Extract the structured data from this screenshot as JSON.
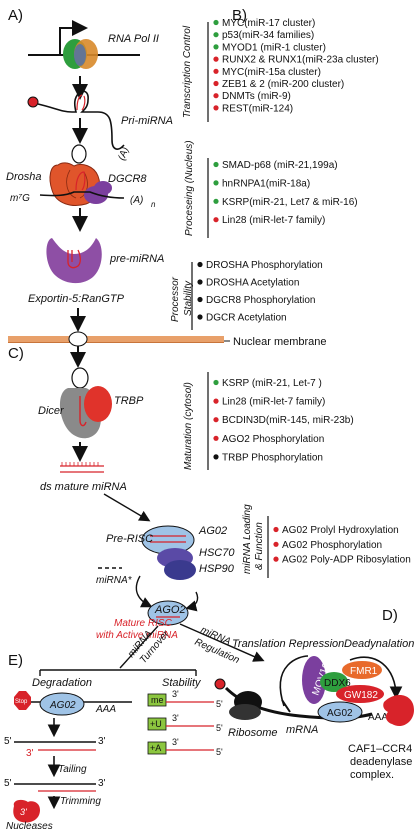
{
  "panels": {
    "a": "A)",
    "b": "B)",
    "c": "C)",
    "d": "D)",
    "e": "E)"
  },
  "labels": {
    "rna_pol": "RNA Pol II",
    "pri_mirna": "Pri-miRNA",
    "poly_a_n": "(A)",
    "n": "n",
    "drosha": "Drosha",
    "dgcr8": "DGCR8",
    "m7g": "m⁷G",
    "poly_a": "(A)",
    "pre_mirna": "pre-miRNA",
    "exportin": "Exportin-5:RanGTP",
    "nuclear_membrane": "Nuclear membrane",
    "dicer": "Dicer",
    "trbp": "TRBP",
    "ds_mature": "ds mature miRNA",
    "pre_risc": "Pre-RISC",
    "ago2_prerisc": "AG02",
    "hsc70": "HSC70",
    "hsp90": "HSP90",
    "mirna_star": "miRNA*",
    "ago2_risc": "AGO2",
    "mature_risc_1": "Mature RISC",
    "mature_risc_2": "with Active miRNA",
    "turnover_1": "miRNA",
    "turnover_2": "Turnover",
    "regulation_1": "miRNA",
    "regulation_2": "Regulation",
    "degradation": "Degradation",
    "stability": "Stability",
    "stop": "Stop",
    "ago2_e": "AG02",
    "aaa_e": "AAA",
    "tailing": "Tailing",
    "trimming": "Trimming",
    "nucleases": "Nucleases",
    "me": "me",
    "plus_u": "+U",
    "plus_a": "+A",
    "three_prime": "3'",
    "five_prime": "5'",
    "translation_repression": "Translation Repression",
    "deadenylation": "Deadynalation",
    "mrna": "mRNA",
    "ribosome": "Ribosome",
    "mov10": "MOV10",
    "ddx6": "DDX6",
    "fmr1": "FMR1",
    "gw182": "GW182",
    "ago2_d": "AG02",
    "aaaa_d": "AAAA",
    "caf1": "CAF1–CCR4",
    "caf1_2": "deadenylase",
    "caf1_3": "complex."
  },
  "sections": [
    {
      "title": "Transcription Control",
      "items": [
        {
          "text": "MYC(miR-17 cluster)",
          "dot": "green"
        },
        {
          "text": "p53(miR-34 families)",
          "dot": "green"
        },
        {
          "text": "MYOD1 (miR-1 cluster)",
          "dot": "green"
        },
        {
          "text": "RUNX2 & RUNX1(miR-23a cluster)",
          "dot": "red"
        },
        {
          "text": "MYC(miR-15a cluster)",
          "dot": "red"
        },
        {
          "text": "ZEB1 & 2 (miR-200 cluster)",
          "dot": "red"
        },
        {
          "text": "DNMTs  (miR-9)",
          "dot": "red"
        },
        {
          "text": "REST(miR-124)",
          "dot": "red"
        }
      ]
    },
    {
      "title": "Proceseing (Nucleus)",
      "items": [
        {
          "text": "SMAD-p68 (miR-21,199a)",
          "dot": "green"
        },
        {
          "text": "hnRNPA1(miR-18a)",
          "dot": "green"
        },
        {
          "text": "KSRP(miR-21, Let7 & miR-16)",
          "dot": "green"
        },
        {
          "text": "Lin28 (miR-let-7 family)",
          "dot": "red"
        }
      ]
    },
    {
      "title_1": "Processor",
      "title_2": "Stability",
      "items": [
        {
          "text": "DROSHA Phosphorylation",
          "dot": "black"
        },
        {
          "text": "DROSHA Acetylation",
          "dot": "black"
        },
        {
          "text": "DGCR8 Phosphorylation",
          "dot": "black"
        },
        {
          "text": "DGCR Acetylation",
          "dot": "black"
        }
      ]
    },
    {
      "title": "Maturation (cytosol)",
      "items": [
        {
          "text": "KSRP (miR-21, Let-7 )",
          "dot": "green"
        },
        {
          "text": "Lin28 (miR-let-7 family)",
          "dot": "red"
        },
        {
          "text": "BCDIN3D(miR-145, miR-23b)",
          "dot": "red"
        },
        {
          "text": "AGO2 Phosphorylation",
          "dot": "red"
        },
        {
          "text": "TRBP Phosphorylation",
          "dot": "black"
        }
      ]
    },
    {
      "title_1": "miRNA Loading",
      "title_2": "& Function",
      "items": [
        {
          "text": "AG02 Prolyl Hydroxylation",
          "dot": "red"
        },
        {
          "text": "AG02 Phosphorylation",
          "dot": "red"
        },
        {
          "text": "AG02 Poly-ADP Ribosylation",
          "dot": "red"
        }
      ]
    }
  ],
  "colors": {
    "green": "#2e9e3e",
    "red": "#d8232a",
    "black": "#111111",
    "drosha": "#e0552b",
    "dgcr8": "#7b3f9e",
    "exportin": "#8e4fa5",
    "ago2": "#9fc3e6",
    "membrane": "#e8a06a",
    "mov10": "#7b3f9e",
    "ddx6": "#2e9e3e",
    "fmr1": "#e86a2b",
    "gw182": "#d8232a"
  }
}
